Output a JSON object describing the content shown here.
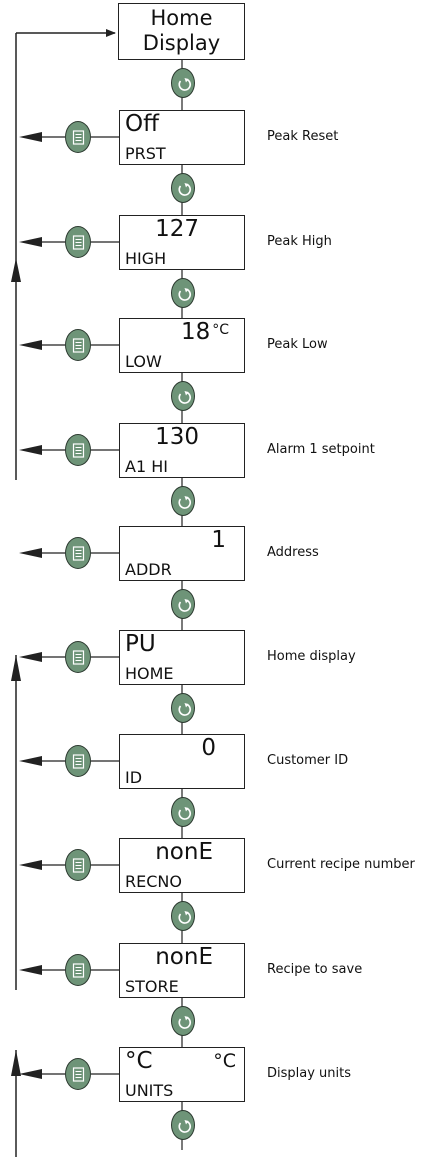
{
  "home": {
    "line1": "Home",
    "line2": "Display"
  },
  "params": [
    {
      "value": "Off",
      "code": "PRST",
      "label": "Peak Reset"
    },
    {
      "value": "127",
      "code": "HIGH",
      "label": "Peak High"
    },
    {
      "value": "18",
      "unit": "°C",
      "code": "LOW",
      "label": "Peak Low"
    },
    {
      "value": "130",
      "code": "A1 HI",
      "label": "Alarm 1 setpoint"
    },
    {
      "value": "1",
      "code": "ADDR",
      "label": "Address"
    },
    {
      "value": "PU",
      "code": "HOME",
      "label": "Home display"
    },
    {
      "value": "0",
      "code": "ID",
      "label": "Customer ID"
    },
    {
      "value": "nonE",
      "code": "RECNO",
      "label": "Current recipe number"
    },
    {
      "value": "nonE",
      "code": "STORE",
      "label": "Recipe to save"
    },
    {
      "value": "°C",
      "value2": "°C",
      "code": "UNITS",
      "label": "Display units"
    }
  ],
  "icons": {
    "scroll": "scroll-button-icon",
    "page": "page-button-icon"
  },
  "colors": {
    "button": "#6e9478",
    "line": "#222222"
  }
}
